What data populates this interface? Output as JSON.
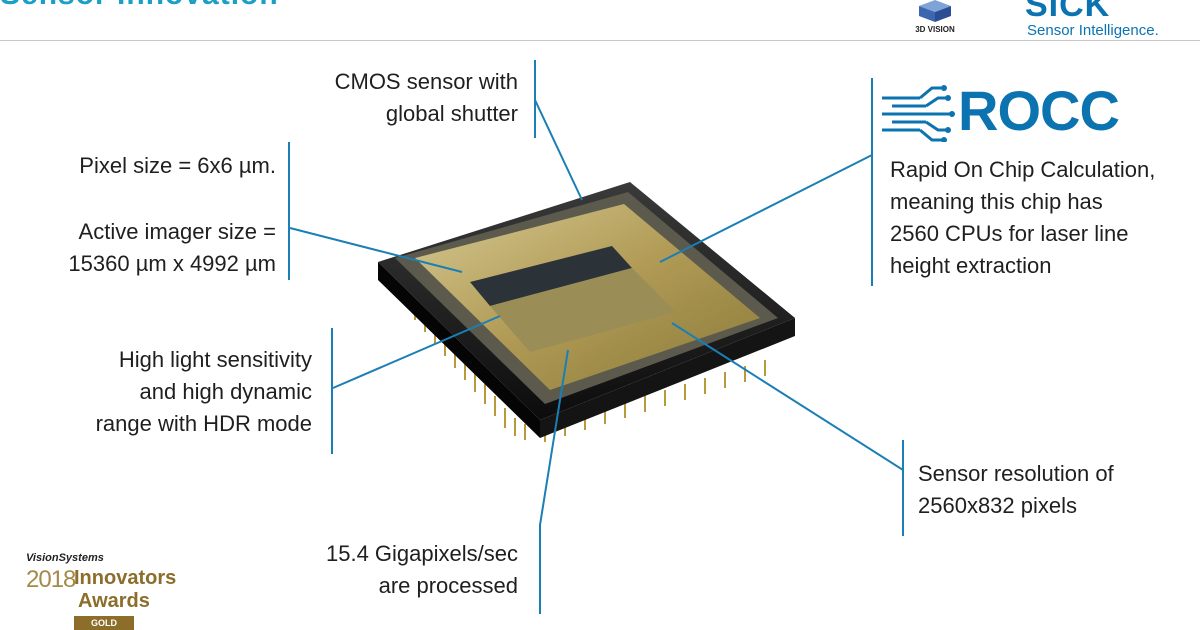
{
  "header": {
    "title_fragment": "Sensor Innovation",
    "logo_3d_label": "3D VISION",
    "brand_name": "SICK",
    "brand_tagline": "Sensor Intelligence."
  },
  "callouts": {
    "cmos": [
      "CMOS sensor with",
      "global shutter"
    ],
    "pixel_size": "Pixel size = 6x6 µm.",
    "imager_size": [
      "Active imager size =",
      "15360 µm x 4992 µm"
    ],
    "sensitivity": [
      "High light sensitivity",
      "and high dynamic",
      "range with HDR mode"
    ],
    "rocc_description": [
      "Rapid On Chip Calculation,",
      "meaning this chip has",
      "2560 CPUs for laser line",
      "height extraction"
    ],
    "resolution": [
      "Sensor resolution of",
      "2560x832 pixels"
    ],
    "throughput": [
      "15.4 Gigapixels/sec",
      "are processed"
    ]
  },
  "rocc_logo": {
    "text": "ROCC"
  },
  "award": {
    "publication": "VisionSystems",
    "year": "2018",
    "line1": "Innovators",
    "line2": "Awards",
    "tier": "GOLD"
  },
  "colors": {
    "accent": "#1a7fb5",
    "brand": "#0a73b0",
    "gold": "#8c6d2a"
  }
}
